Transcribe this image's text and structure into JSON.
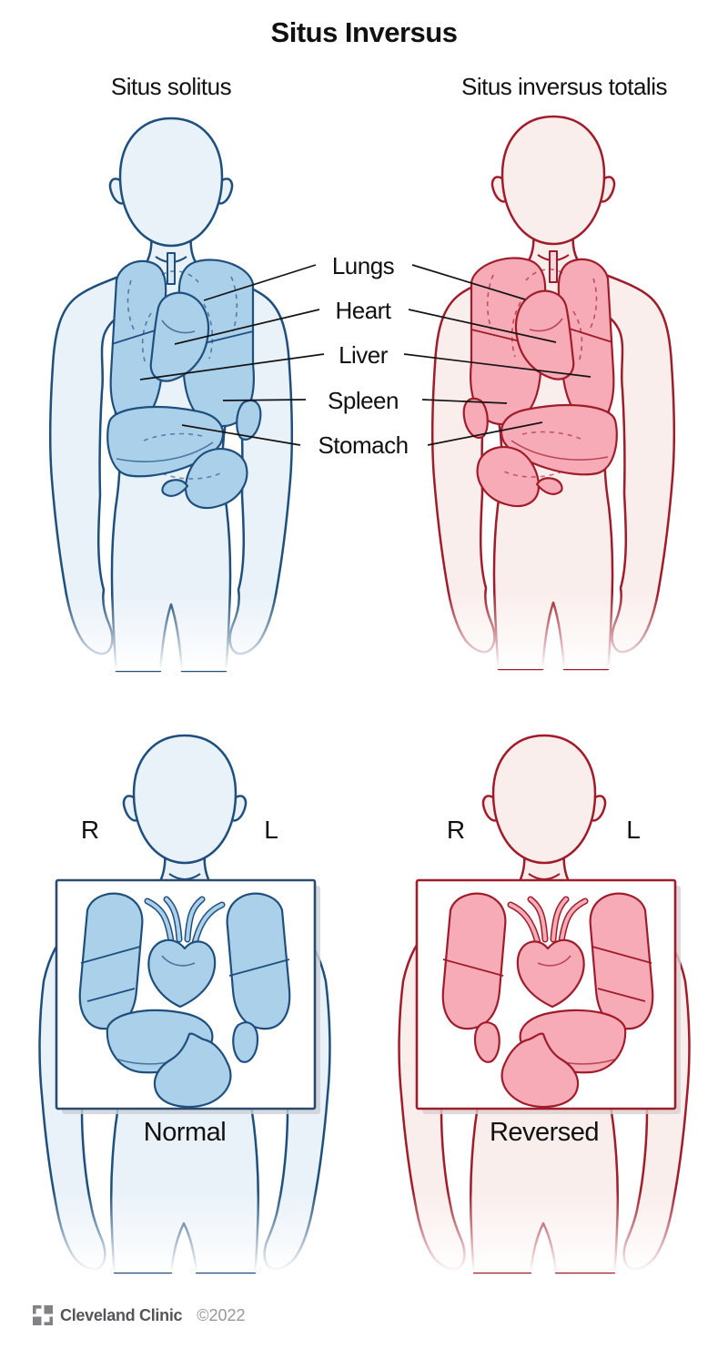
{
  "title": "Situs Inversus",
  "panels": {
    "left_subtitle": "Situs solitus",
    "right_subtitle": "Situs inversus totalis"
  },
  "organ_labels": [
    "Lungs",
    "Heart",
    "Liver",
    "Spleen",
    "Stomach"
  ],
  "bottom": {
    "left": {
      "r_label": "R",
      "l_label": "L",
      "caption": "Normal"
    },
    "right": {
      "r_label": "R",
      "l_label": "L",
      "caption": "Reversed"
    }
  },
  "footer": {
    "brand": "Cleveland Clinic",
    "copyright": "©2022"
  },
  "colors": {
    "normal_outline": "#1e4f7d",
    "normal_organ_fill": "#abd0ea",
    "normal_body_fill": "#e9f1f9",
    "inversus_outline": "#a01c2a",
    "inversus_organ_fill": "#f6abb6",
    "inversus_body_fill": "#faeeec",
    "label_text": "#111111",
    "footer_gray": "#808285"
  }
}
